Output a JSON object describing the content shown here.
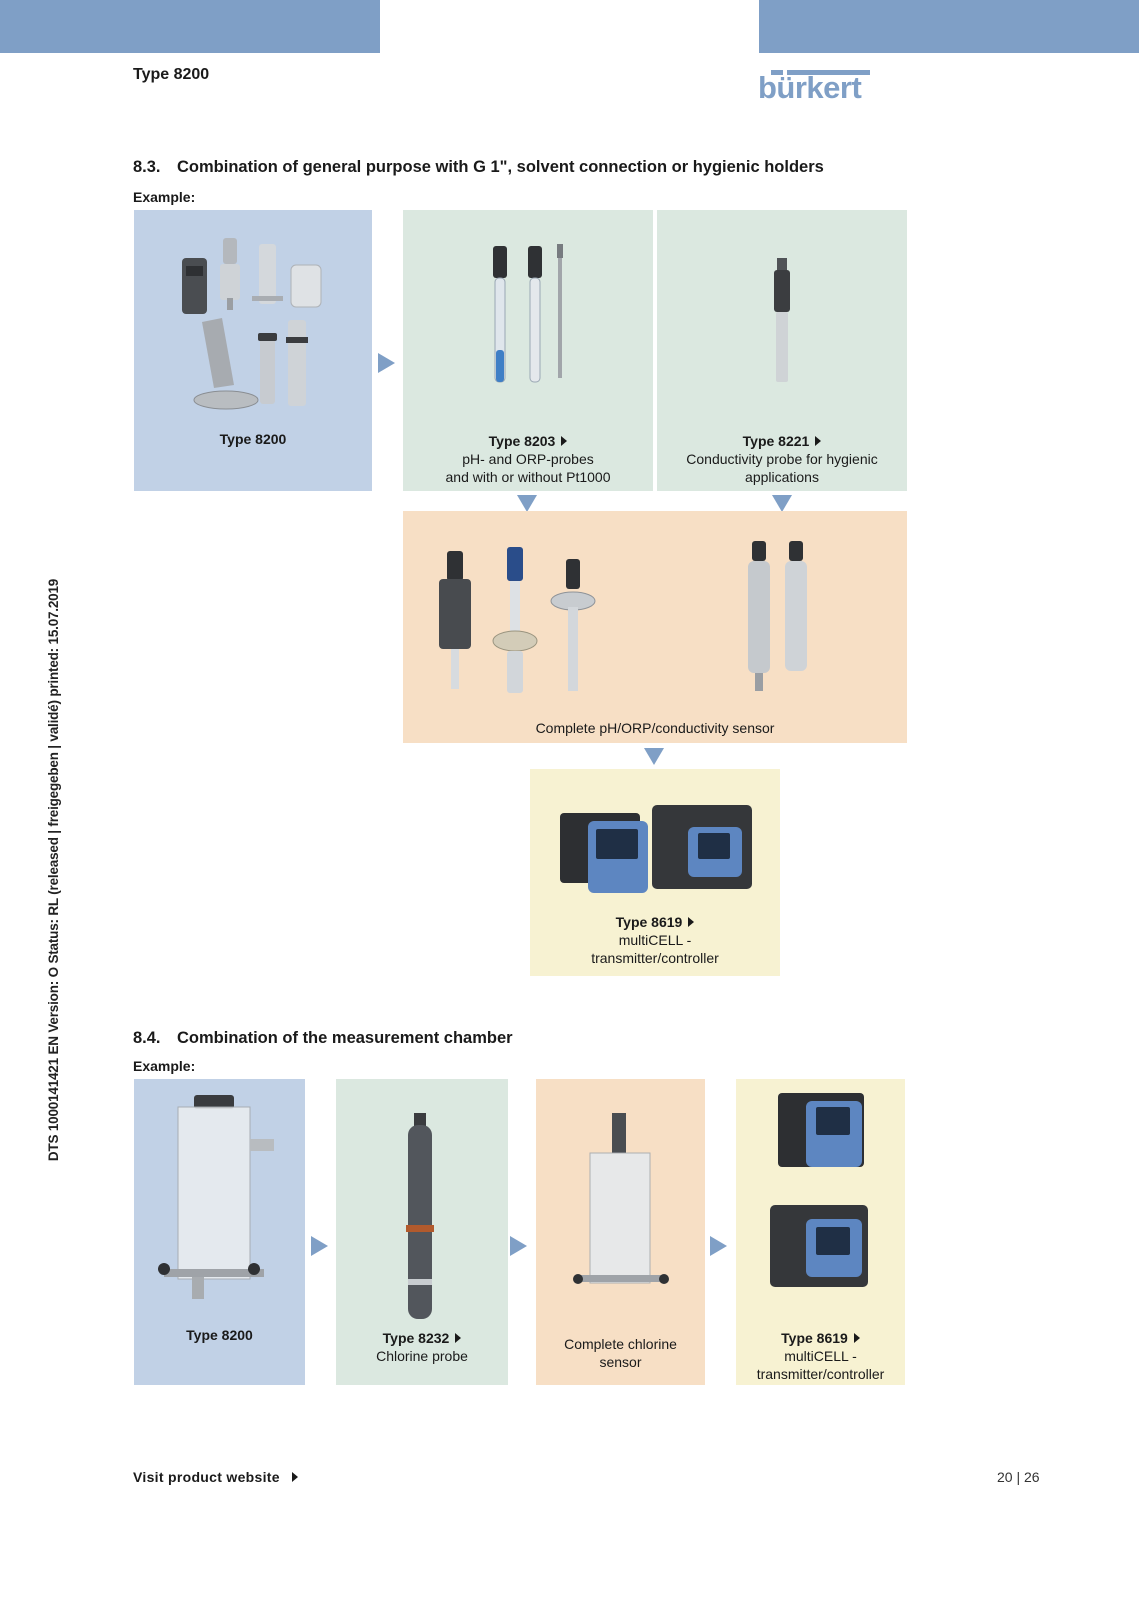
{
  "header": {
    "doc_type": "Type 8200",
    "logo": "bürkert"
  },
  "sidebar": {
    "status_line": "DTS  1000141421  EN  Version: O  Status: RL (released | freigegeben | validé)  printed: 15.07.2019"
  },
  "section_83": {
    "number": "8.3.",
    "title": "Combination of general purpose with G 1\", solvent connection or hygienic holders",
    "example_label": "Example:",
    "holder": {
      "title": "Type 8200"
    },
    "probe_ph": {
      "title": "Type 8203",
      "desc1": "pH- and ORP-probes",
      "desc2": "and with or without Pt1000"
    },
    "probe_cond": {
      "title": "Type 8221",
      "desc1": "Conductivity probe for hygienic",
      "desc2": "applications"
    },
    "sensor": {
      "caption": "Complete pH/ORP/conductivity sensor"
    },
    "transmitter": {
      "title": "Type 8619",
      "desc1": "multiCELL -",
      "desc2": "transmitter/controller"
    }
  },
  "section_84": {
    "number": "8.4.",
    "title": "Combination of the measurement chamber",
    "example_label": "Example:",
    "chamber": {
      "title": "Type 8200"
    },
    "probe": {
      "title": "Type 8232",
      "desc1": "Chlorine probe"
    },
    "sensor": {
      "desc1": "Complete chlorine",
      "desc2": "sensor"
    },
    "transmitter": {
      "title": "Type 8619",
      "desc1": "multiCELL -",
      "desc2": "transmitter/controller"
    }
  },
  "footer": {
    "link_label": "Visit product website",
    "page_current": "20",
    "page_total": "26"
  },
  "colors": {
    "accent_blue": "#7f9fc6",
    "box_blue": "#c1d1e6",
    "box_green": "#dbe8e0",
    "box_orange": "#f7dfc5",
    "box_yellow": "#f7f2d2"
  }
}
